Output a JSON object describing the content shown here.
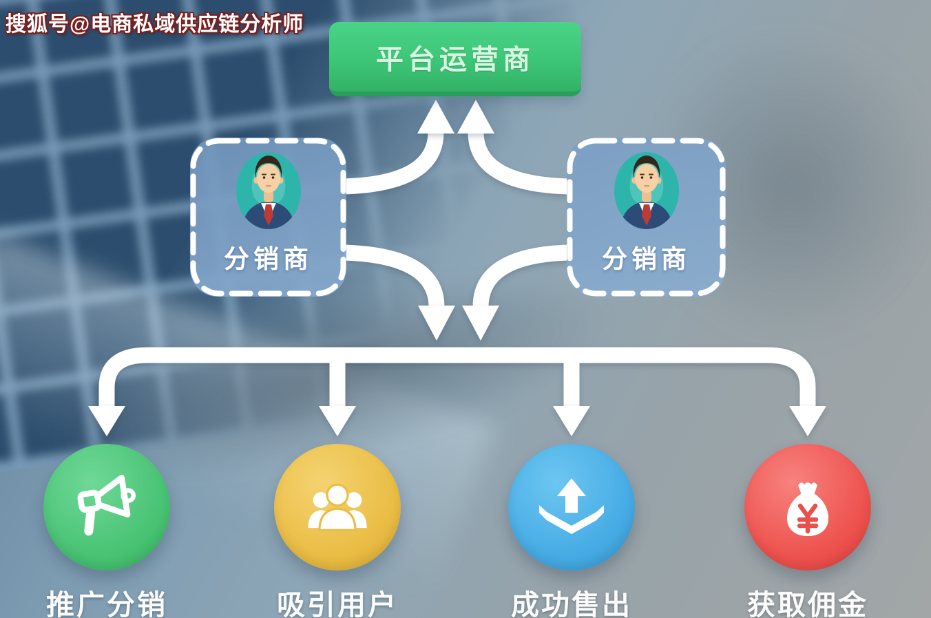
{
  "watermark": {
    "text": "搜狐号@电商私域供应链分析师"
  },
  "diagram": {
    "root": {
      "label": "平台运营商",
      "color": "#3cc476"
    },
    "distributors": [
      {
        "label": "分销商",
        "avatar": "businessman-avatar"
      },
      {
        "label": "分销商",
        "avatar": "businessman-avatar"
      }
    ],
    "outcomes": [
      {
        "label": "推广分销",
        "color": "#49c374",
        "icon": "megaphone-icon"
      },
      {
        "label": "吸引用户",
        "color": "#eabd45",
        "icon": "users-group-icon"
      },
      {
        "label": "成功售出",
        "color": "#47ace5",
        "icon": "box-upload-icon"
      },
      {
        "label": "获取佣金",
        "color": "#ee534f",
        "icon": "money-bag-icon"
      }
    ],
    "flow": [
      "分销商(左) → 平台运营商",
      "分销商(右) → 平台运营商",
      "分销商 → 推广分销",
      "分销商 → 吸引用户",
      "分销商 → 成功售出",
      "分销商 → 获取佣金"
    ],
    "arrow_color": "#ffffff"
  }
}
